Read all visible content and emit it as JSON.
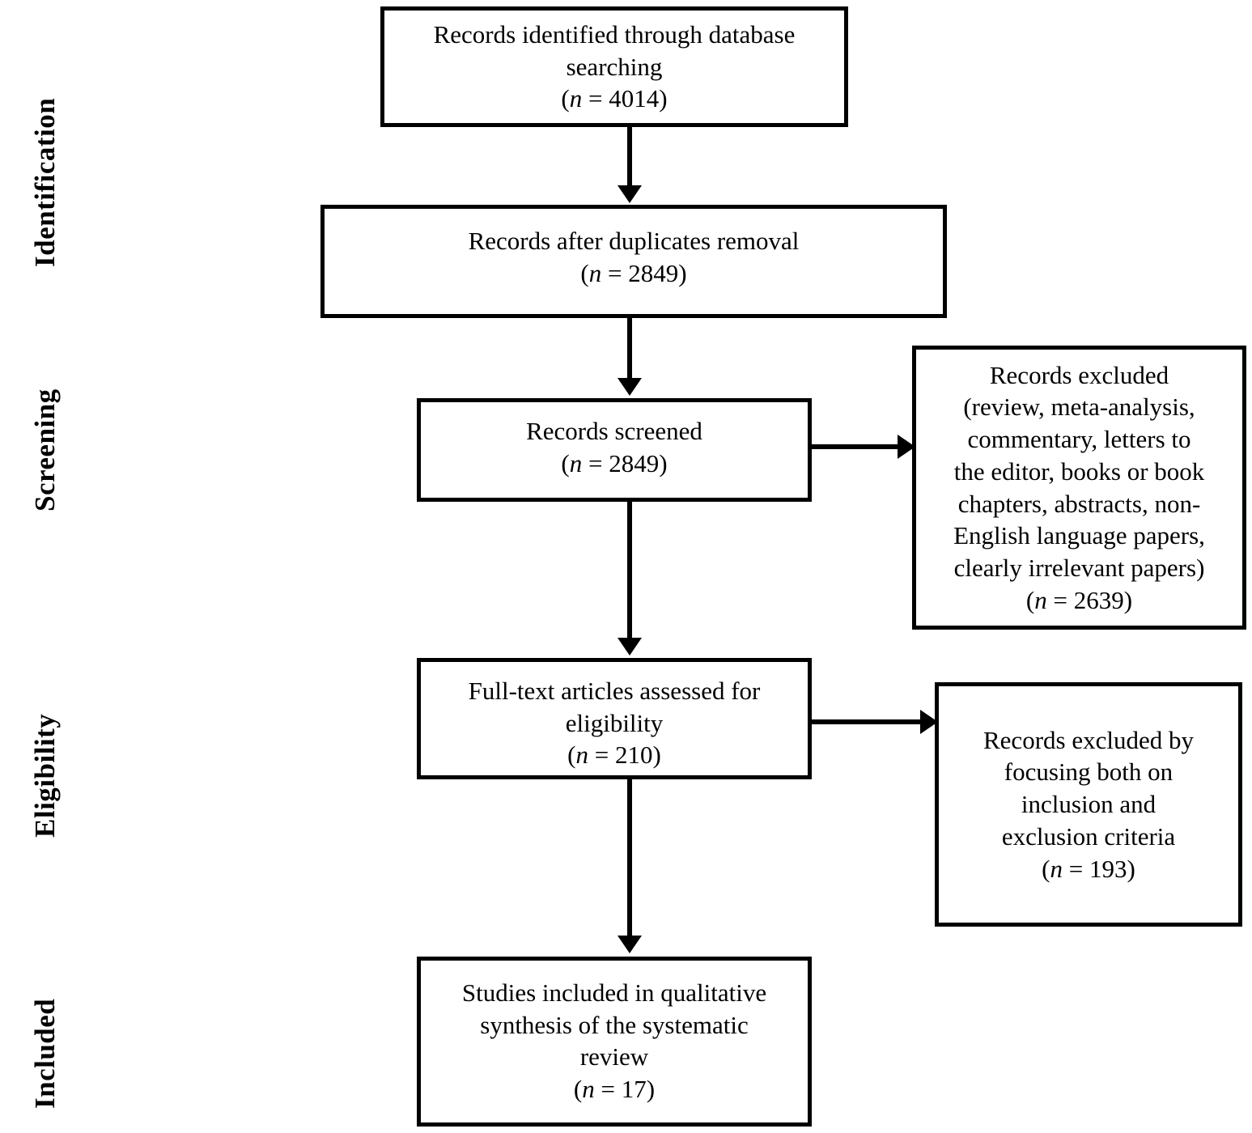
{
  "diagram": {
    "type": "prisma-flow-diagram",
    "stages": [
      {
        "id": "identification",
        "label": "Identification"
      },
      {
        "id": "screening",
        "label": "Screening"
      },
      {
        "id": "eligibility",
        "label": "Eligibility"
      },
      {
        "id": "included",
        "label": "Included"
      }
    ],
    "boxes": [
      {
        "id": "records-identified",
        "stage": "identification",
        "lines": [
          "Records identified through database",
          "searching"
        ],
        "count_label": "(n = 4014)",
        "n": 4014
      },
      {
        "id": "records-after-duplicates",
        "stage": "identification",
        "lines": [
          "Records after duplicates removal"
        ],
        "count_label": "(n = 2849)",
        "n": 2849
      },
      {
        "id": "records-screened",
        "stage": "screening",
        "lines": [
          "Records screened"
        ],
        "count_label": "(n = 2849)",
        "n": 2849
      },
      {
        "id": "records-excluded-screening",
        "stage": "screening",
        "lines": [
          "Records excluded",
          "(review, meta-analysis,",
          "commentary, letters to",
          "the editor, books or book",
          "chapters, abstracts, non-",
          "English language papers,",
          "clearly irrelevant papers)"
        ],
        "count_label": "(n = 2639)",
        "n": 2639
      },
      {
        "id": "full-text-assessed",
        "stage": "eligibility",
        "lines": [
          "Full-text articles assessed for",
          "eligibility"
        ],
        "count_label": "(n = 210)",
        "n": 210
      },
      {
        "id": "records-excluded-eligibility",
        "stage": "eligibility",
        "lines": [
          "Records excluded by",
          "focusing both on",
          "inclusion and",
          "exclusion criteria"
        ],
        "count_label": "(n = 193)",
        "n": 193
      },
      {
        "id": "studies-included",
        "stage": "included",
        "lines": [
          "Studies included in qualitative",
          "synthesis of the systematic",
          "review"
        ],
        "count_label": "(n = 17)",
        "n": 17
      }
    ],
    "connectors": [
      {
        "id": "identified-to-duplicates",
        "from": "records-identified",
        "to": "records-after-duplicates",
        "direction": "down"
      },
      {
        "id": "duplicates-to-screened",
        "from": "records-after-duplicates",
        "to": "records-screened",
        "direction": "down"
      },
      {
        "id": "screened-to-excluded",
        "from": "records-screened",
        "to": "records-excluded-screening",
        "direction": "right"
      },
      {
        "id": "screened-to-fulltext",
        "from": "records-screened",
        "to": "full-text-assessed",
        "direction": "down"
      },
      {
        "id": "fulltext-to-excluded",
        "from": "full-text-assessed",
        "to": "records-excluded-eligibility",
        "direction": "right"
      },
      {
        "id": "fulltext-to-included",
        "from": "full-text-assessed",
        "to": "studies-included",
        "direction": "down"
      }
    ],
    "colors": {
      "border": "#000000",
      "background": "#ffffff",
      "text": "#000000"
    }
  }
}
